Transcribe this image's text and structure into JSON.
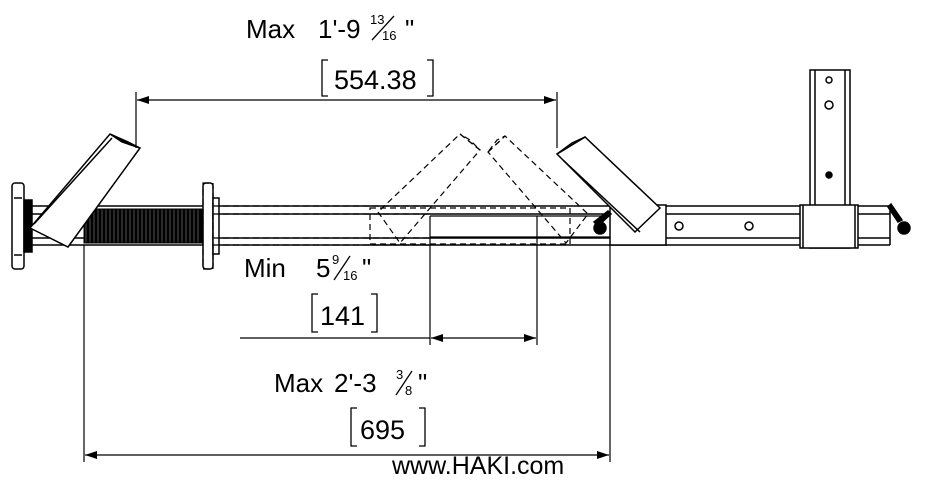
{
  "dimensions": {
    "max_top": {
      "prefix": "Max",
      "feet_inches": "1'-9",
      "frac_num": "13",
      "frac_den": "16",
      "inch_mark": "\"",
      "metric": "554.38"
    },
    "min": {
      "prefix": "Min",
      "inches": "5",
      "frac_num": "9",
      "frac_den": "16",
      "inch_mark": "\"",
      "metric": "141"
    },
    "max_bottom": {
      "prefix": "Max",
      "feet_inches": "2'-3",
      "frac_num": "3",
      "frac_den": "8",
      "inch_mark": "\"",
      "metric": "695"
    }
  },
  "footer": {
    "website": "www.HAKI.com"
  },
  "colors": {
    "line": "#000000",
    "background": "#ffffff"
  }
}
